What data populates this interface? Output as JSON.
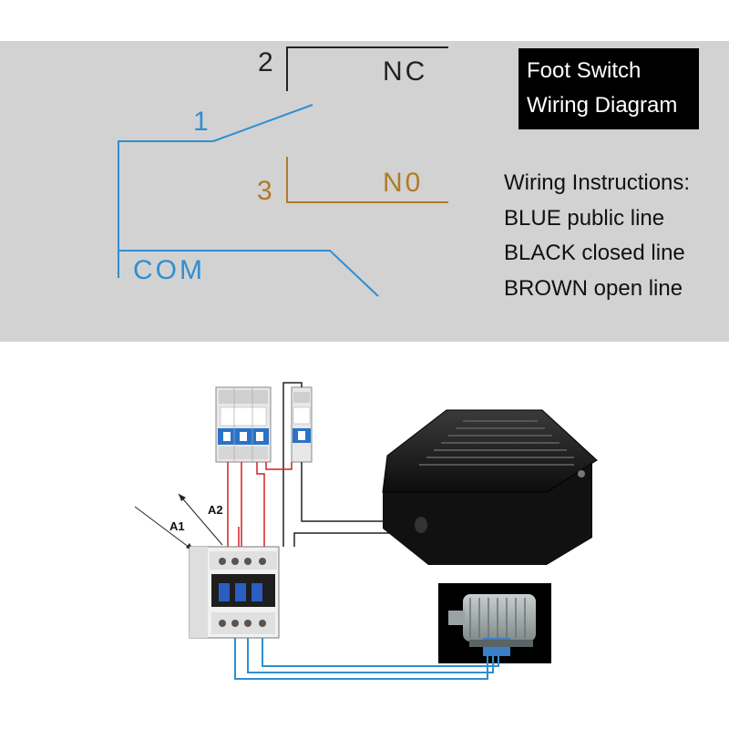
{
  "title": {
    "line1": "Foot Switch",
    "line2": "Wiring Diagram"
  },
  "instructions": {
    "heading": "Wiring Instructions:",
    "lines": [
      "BLUE public line",
      "BLACK closed line",
      "BROWN open line"
    ]
  },
  "schematic": {
    "terminal_2": "2",
    "terminal_1": "1",
    "terminal_3": "3",
    "nc": "NC",
    "no": "N0",
    "com": "COM"
  },
  "wiring": {
    "a1": "A1",
    "a2": "A2"
  },
  "colors": {
    "blue_line": "#2f8fd0",
    "black_line": "#222222",
    "brown_line": "#b07a2a",
    "red_wire": "#d12020",
    "panel_bg": "#d2d2d2"
  }
}
